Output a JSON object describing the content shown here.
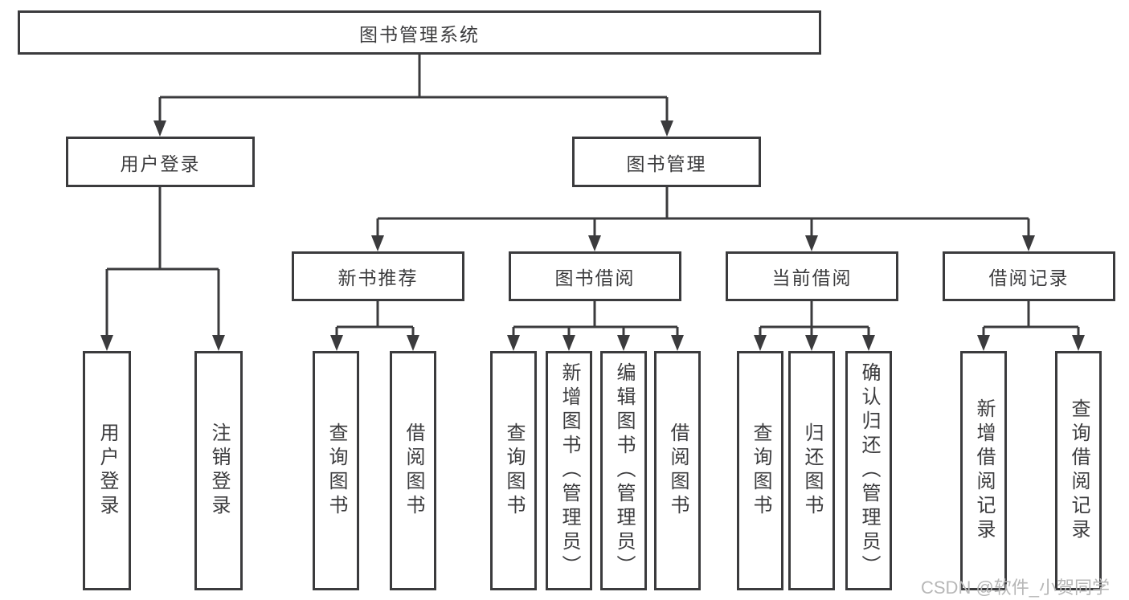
{
  "tree": {
    "root": {
      "label": "图书管理系统",
      "children": [
        {
          "label": "用户登录",
          "children": [
            {
              "label": "用户登录"
            },
            {
              "label": "注销登录"
            }
          ]
        },
        {
          "label": "图书管理",
          "children": [
            {
              "label": "新书推荐",
              "children": [
                {
                  "label": "查询图书"
                },
                {
                  "label": "借阅图书"
                }
              ]
            },
            {
              "label": "图书借阅",
              "children": [
                {
                  "label": "查询图书"
                },
                {
                  "label": "新增图书（管理员）"
                },
                {
                  "label": "编辑图书（管理员）"
                },
                {
                  "label": "借阅图书"
                }
              ]
            },
            {
              "label": "当前借阅",
              "children": [
                {
                  "label": "查询图书"
                },
                {
                  "label": "归还图书"
                },
                {
                  "label": "确认归还（管理员）"
                }
              ]
            },
            {
              "label": "借阅记录",
              "children": [
                {
                  "label": "新增借阅记录"
                },
                {
                  "label": "查询借阅记录"
                }
              ]
            }
          ]
        }
      ]
    }
  },
  "watermark": {
    "text": "CSDN @软件_小贺同学"
  },
  "colors": {
    "line": "#3b3b3d",
    "text": "#3c3c3e",
    "watermark": "#b7b7b7",
    "background": "#ffffff"
  }
}
